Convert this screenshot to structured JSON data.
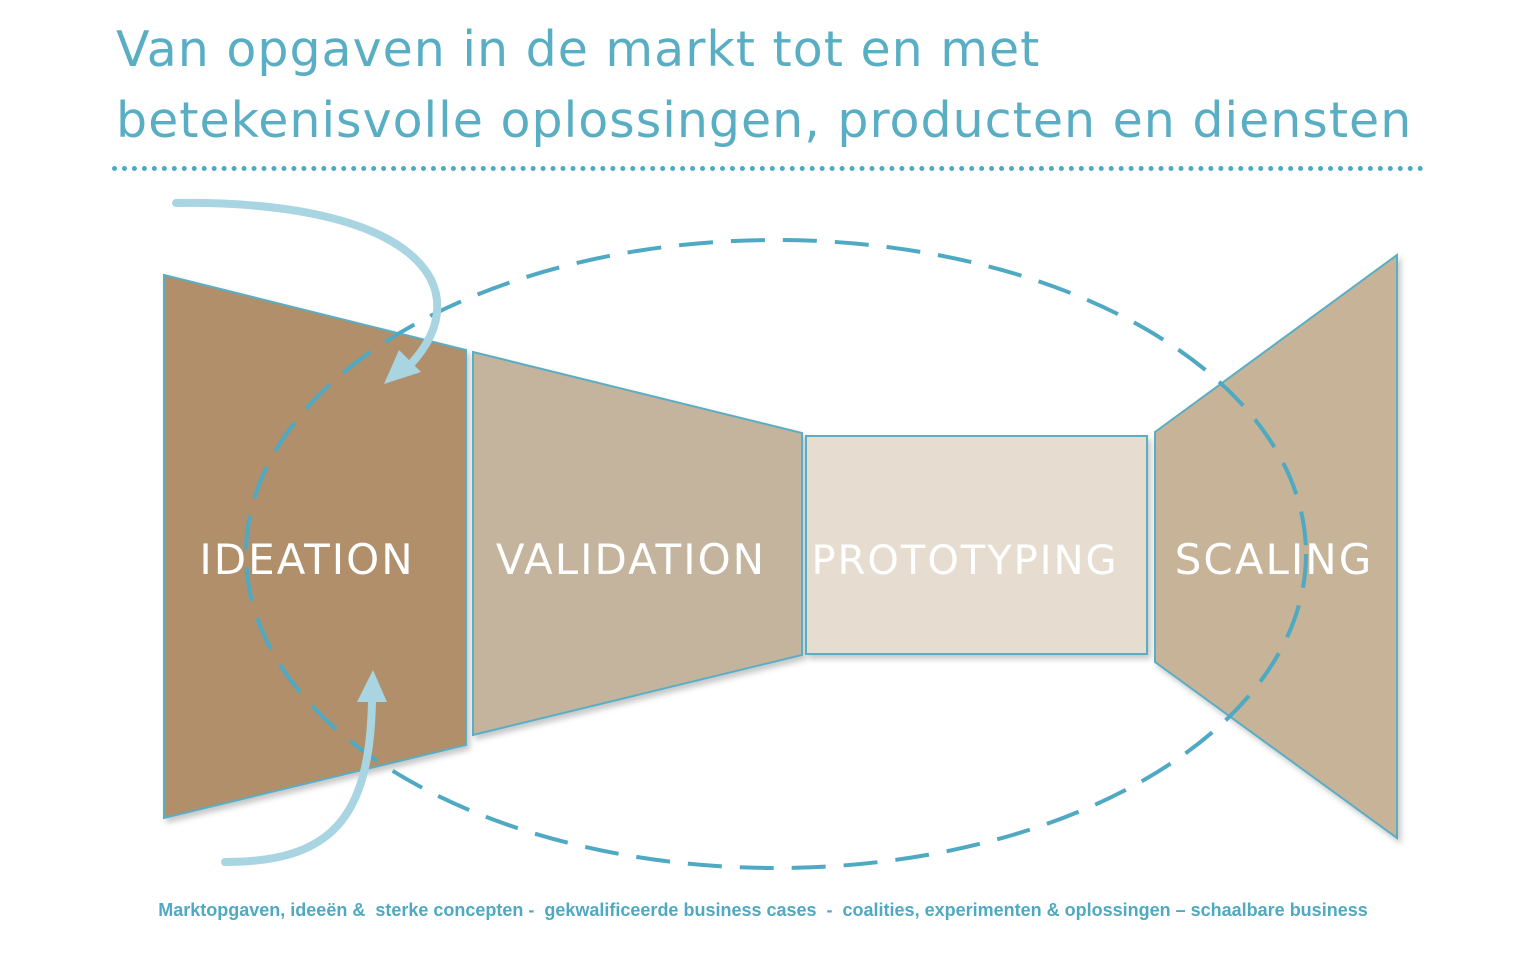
{
  "title": {
    "line1": "Van opgaven in de markt tot en met",
    "line2": "betekenisvolle oplossingen, producten en diensten"
  },
  "stages": [
    {
      "label": "IDEATION",
      "color": "#b08f6a"
    },
    {
      "label": "VALIDATION",
      "color": "#c4b39d"
    },
    {
      "label": "PROTOTYPING",
      "color": "#e6dcd0"
    },
    {
      "label": "SCALING",
      "color": "#c7b397"
    }
  ],
  "caption": "Marktopgaven, ideeën &  sterke concepten -  gekwalificeerde business cases  -  coalities, experimenten & oplossingen – schaalbare business",
  "colors": {
    "accent": "#4fa9c2",
    "arrow": "#a9d5e3",
    "shape_border": "#5aaec4"
  }
}
